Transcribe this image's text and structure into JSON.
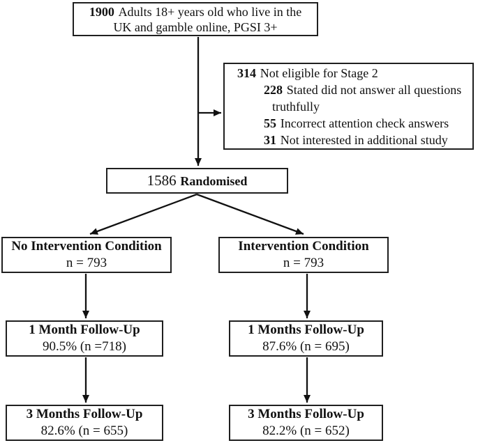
{
  "figure": {
    "type": "consort-flow-diagram",
    "colors": {
      "background": "#ffffff",
      "border": "#1f1f1f",
      "text": "#111111",
      "arrow": "#111111"
    },
    "boxes": {
      "enrollment": {
        "count": "1900",
        "line1_rest": "Adults 18+ years old who live in the",
        "line2": "UK and gamble online, PGSI 3+"
      },
      "exclusion": {
        "count": "314",
        "label": "Not eligible for Stage 2",
        "items": [
          {
            "count": "228",
            "label": "Stated did not answer all questions",
            "label_wrap": "truthfully"
          },
          {
            "count": "55",
            "label": "Incorrect attention check answers",
            "label_wrap": ""
          },
          {
            "count": "31",
            "label": "Not interested in additional study",
            "label_wrap": ""
          }
        ]
      },
      "randomised": {
        "count": "1586",
        "label": "Randomised"
      },
      "no_intervention": {
        "title": "No Intervention Condition",
        "n": "n = 793"
      },
      "intervention": {
        "title": "Intervention Condition",
        "n": "n = 793"
      },
      "no_intervention_1m": {
        "title": "1 Month Follow-Up",
        "stat": "90.5% (n =718)"
      },
      "intervention_1m": {
        "title": "1 Months Follow-Up",
        "stat": "87.6% (n = 695)"
      },
      "no_intervention_3m": {
        "title": "3 Months Follow-Up",
        "stat": "82.6% (n = 655)"
      },
      "intervention_3m": {
        "title": "3 Months Follow-Up",
        "stat": "82.2% (n = 652)"
      }
    }
  }
}
